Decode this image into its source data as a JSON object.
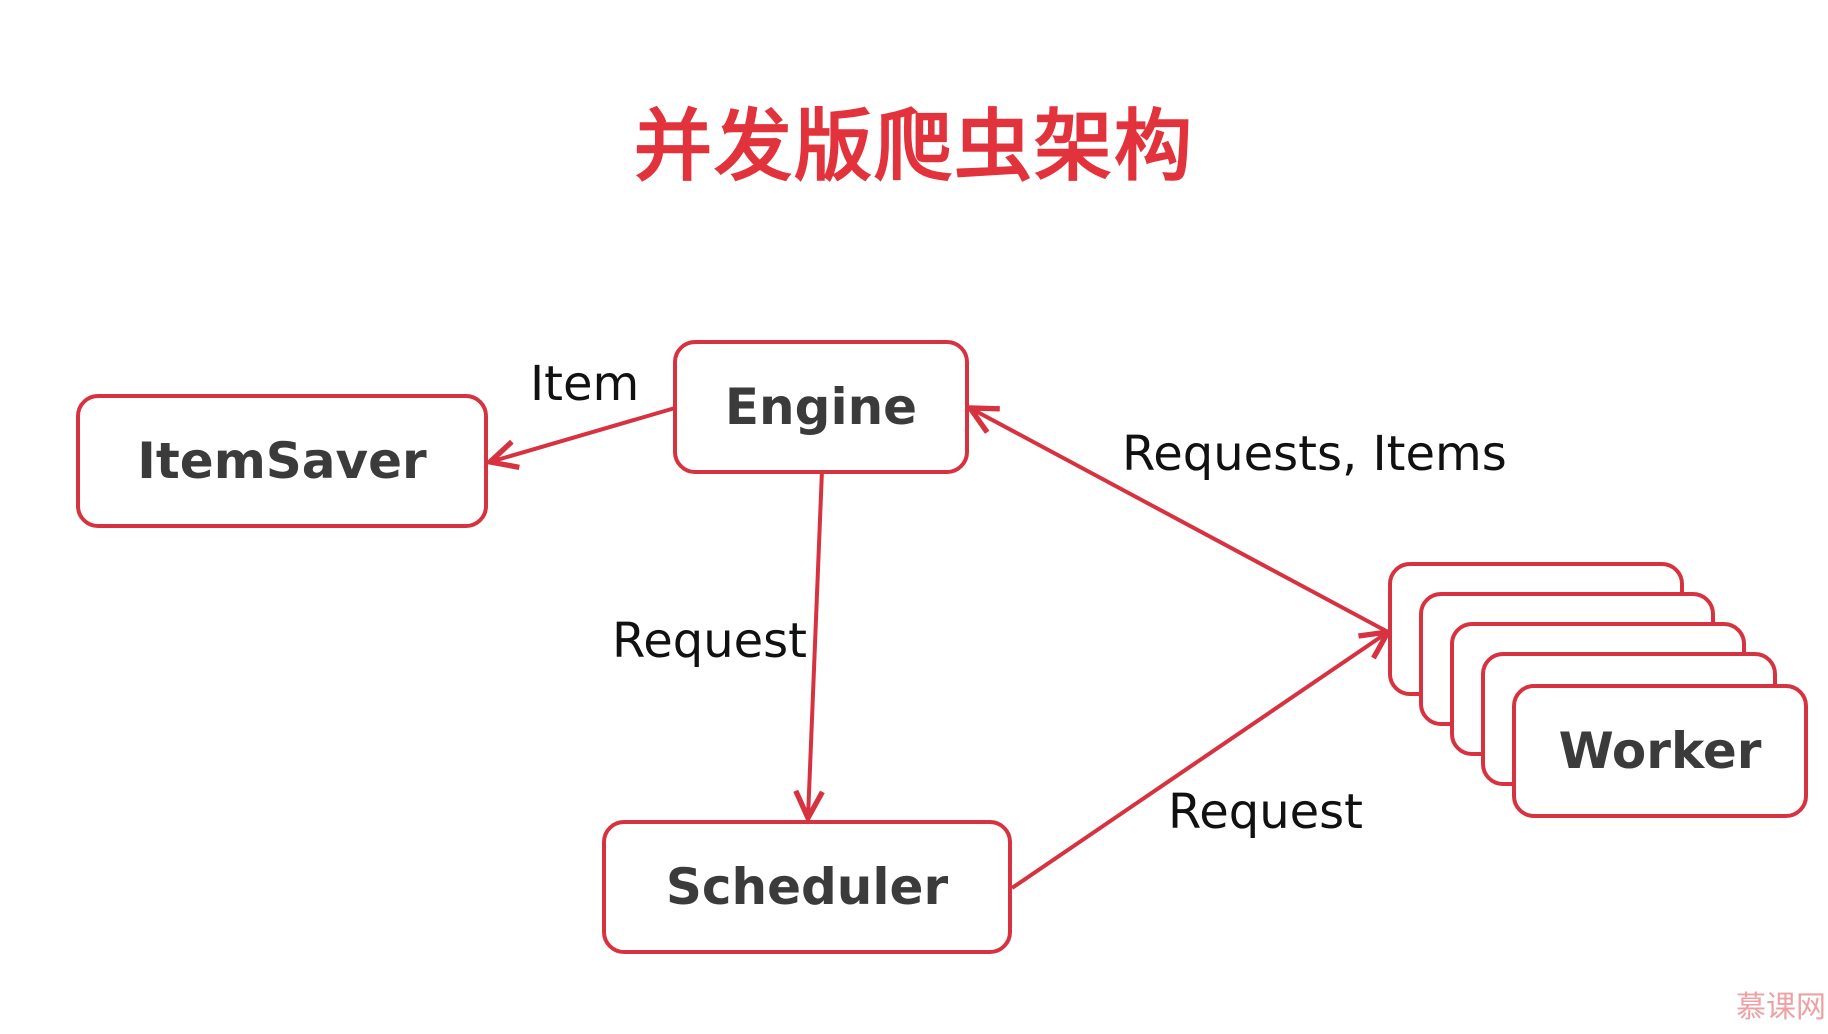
{
  "title": "并发版爬虫架构",
  "nodes": {
    "itemsaver": "ItemSaver",
    "engine": "Engine",
    "scheduler": "Scheduler",
    "worker": "Worker"
  },
  "edges": {
    "item": "Item",
    "request_engine_scheduler": "Request",
    "requests_items": "Requests, Items",
    "request_scheduler_worker": "Request"
  },
  "colors": {
    "accent": "#d6323f",
    "title": "#e2323c",
    "node_text": "#3b3b3b"
  },
  "watermark": "慕课网"
}
